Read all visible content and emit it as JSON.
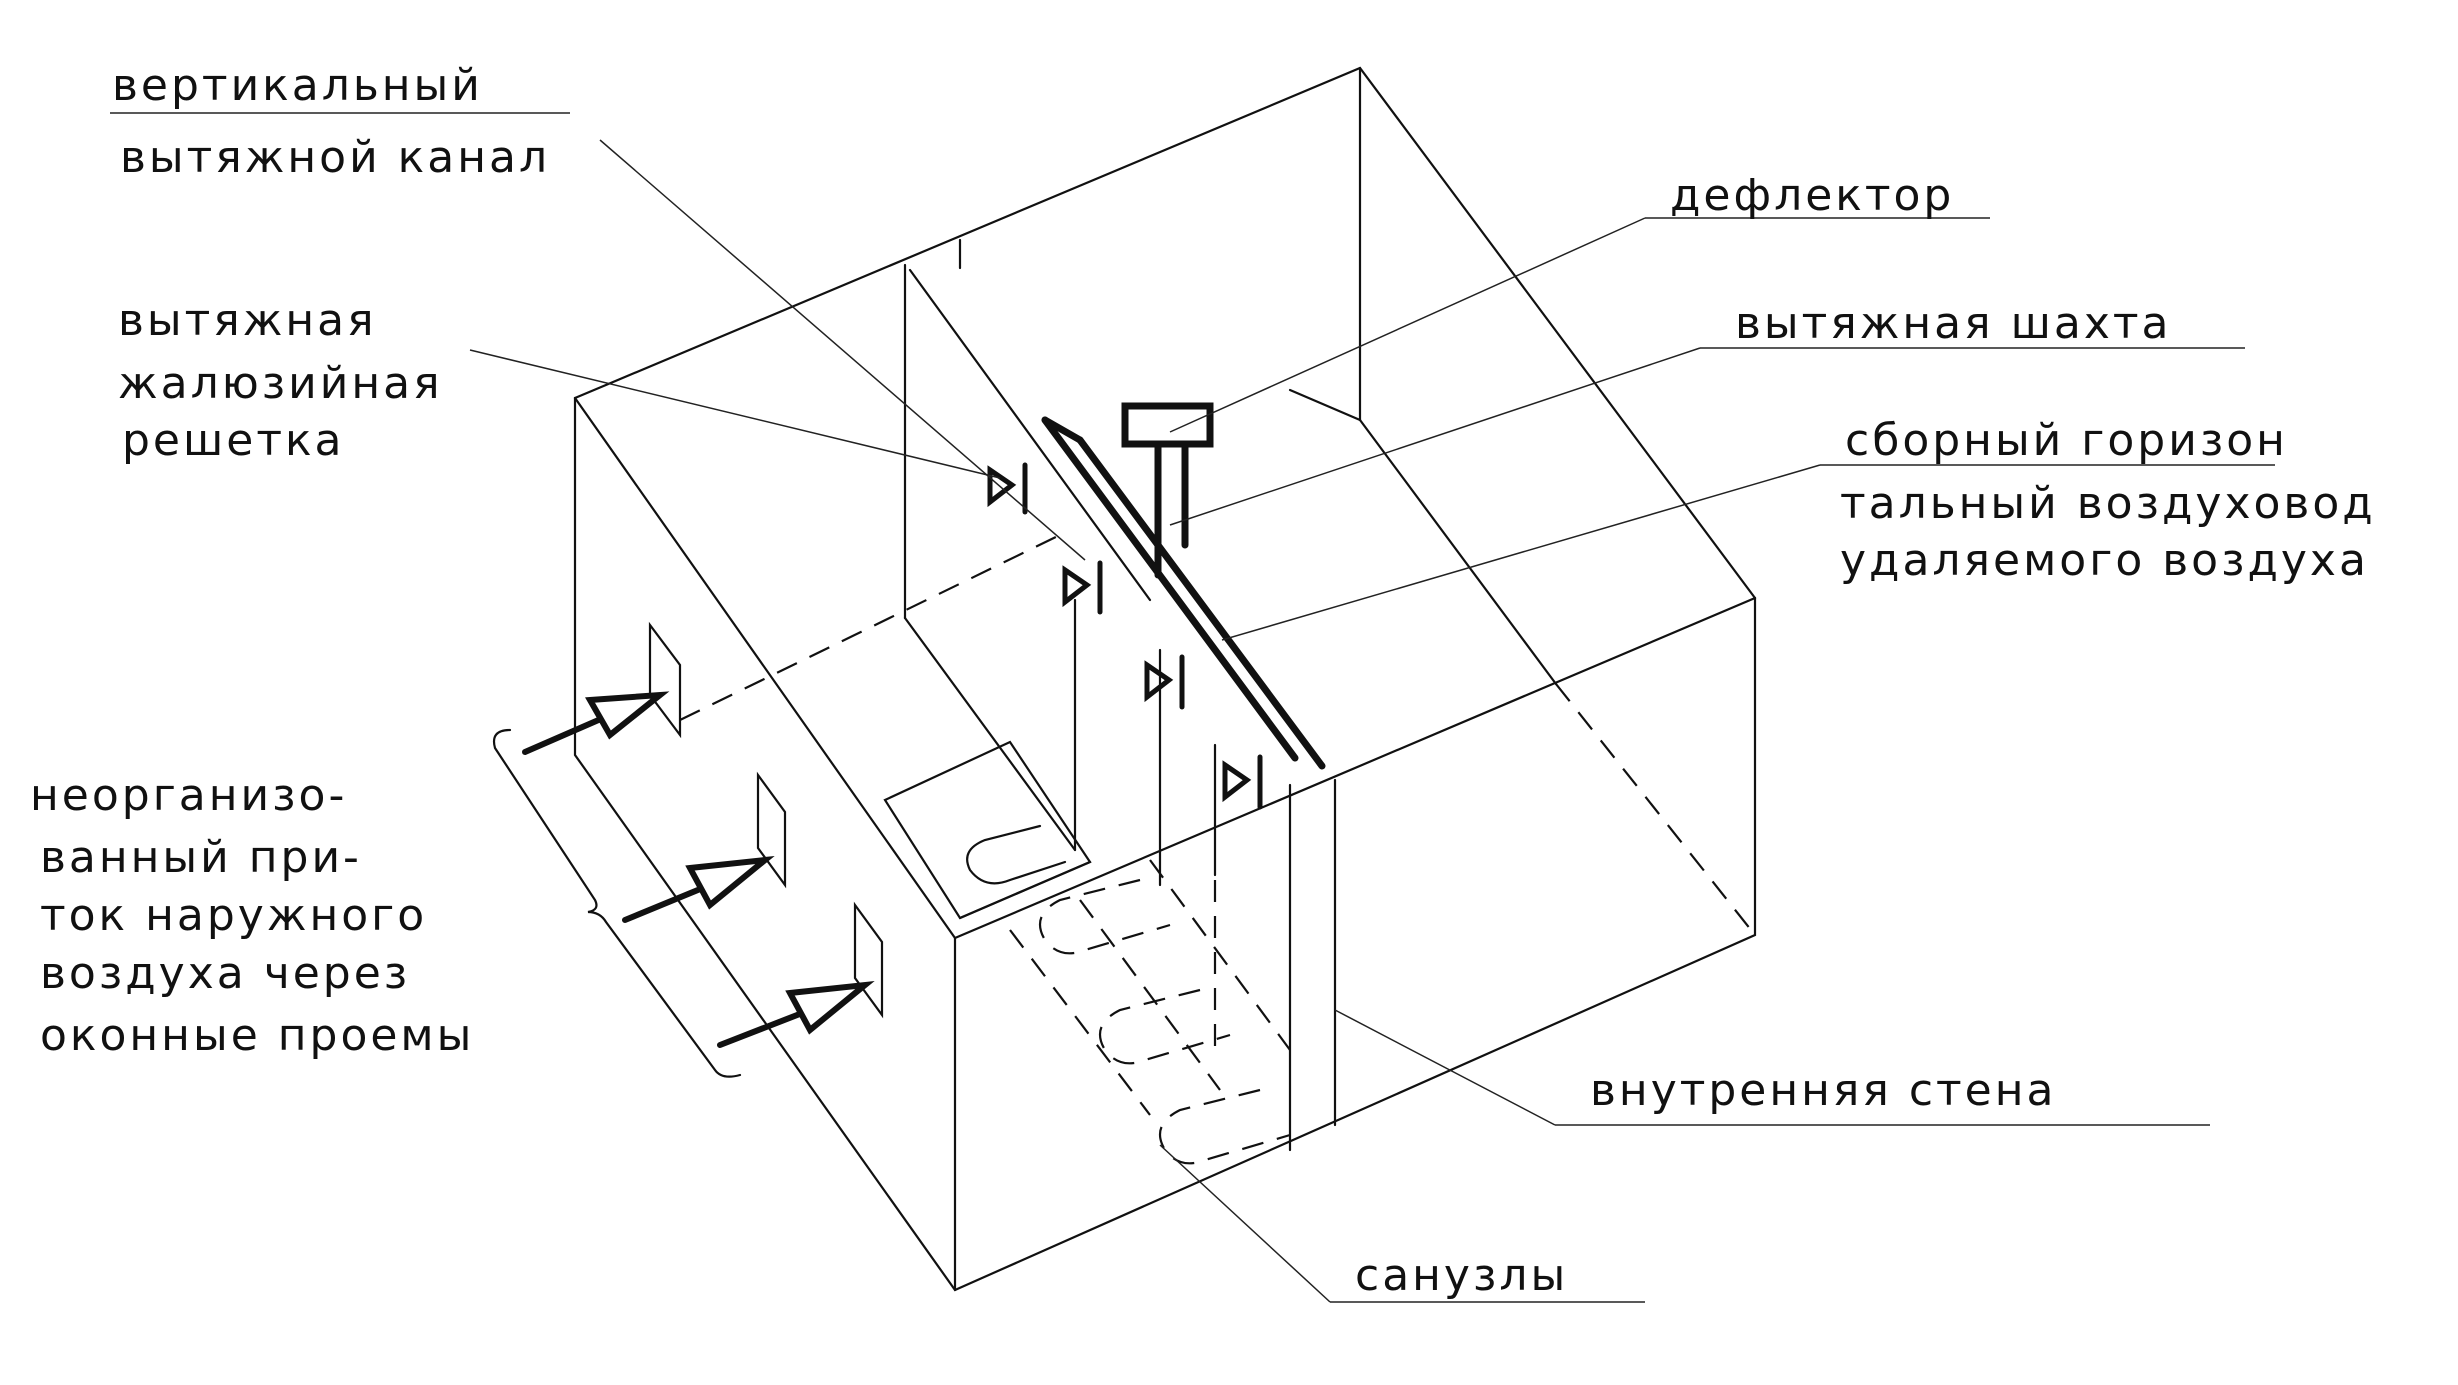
{
  "labels": {
    "vertical_channel_line1": "вертикальный",
    "vertical_channel_line2": "вытяжной канал",
    "deflector": "дефлектор",
    "exhaust_grille_line1": "вытяжная",
    "exhaust_grille_line2": "жалюзийная",
    "exhaust_grille_line3": "решетка",
    "exhaust_shaft": "вытяжная шахта",
    "collector_line1": "сборный горизон",
    "collector_line2": "тальный воздуховод",
    "collector_line3": "удаляемого воздуха",
    "supply_line1": "неорганизо-",
    "supply_line2": "ванный при-",
    "supply_line3": "ток наружного",
    "supply_line4": "воздуха через",
    "supply_line5": "оконные проемы",
    "inner_wall": "внутренняя стена",
    "bathrooms": "санузлы"
  }
}
